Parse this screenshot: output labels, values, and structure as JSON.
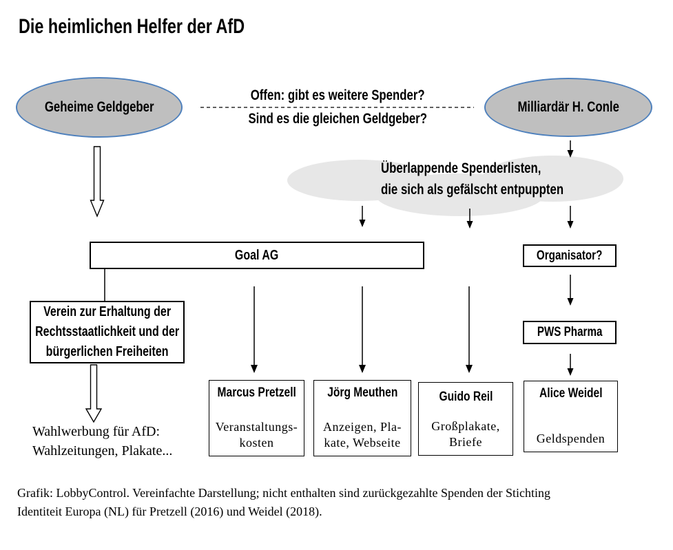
{
  "title": "Die heimlichen Helfer der AfD",
  "colors": {
    "ellipse_fill": "#bfbfbf",
    "ellipse_border": "#4f81bd",
    "cloud_fill": "#e7e7e7",
    "box_border": "#000000",
    "text": "#000000",
    "background": "#ffffff"
  },
  "question": {
    "line1": "Offen: gibt es weitere Spender?",
    "line2": "Sind es die gleichen Geldgeber?"
  },
  "nodes": {
    "geheime_geldgeber": {
      "label": "Geheime Geldgeber"
    },
    "milliardaer_conle": {
      "label": "Milliardär H. Conle"
    },
    "cloud": {
      "line1": "Überlappende Spenderlisten,",
      "line2": "die sich als gefälscht entpuppten"
    },
    "goal_ag": {
      "label": "Goal AG"
    },
    "organisator": {
      "label": "Organisator?"
    },
    "verein": {
      "line1": "Verein zur Erhaltung der",
      "line2": "Rechtsstaatlichkeit und der",
      "line3": "bürgerlichen Freiheiten"
    },
    "pws_pharma": {
      "label": "PWS Pharma"
    },
    "wahlwerbung": {
      "line1": "Wahlwerbung für AfD:",
      "line2": "Wahlzeitungen, Plakate..."
    }
  },
  "persons": [
    {
      "name": "Marcus Pretzell",
      "detail1": "Veranstaltungs-",
      "detail2": "kosten"
    },
    {
      "name": "Jörg Meuthen",
      "detail1": "Anzeigen, Pla-",
      "detail2": "kate, Webseite"
    },
    {
      "name": "Guido Reil",
      "detail1": "Großplakate,",
      "detail2": "Briefe"
    },
    {
      "name": "Alice Weidel",
      "detail1": "Geldspenden",
      "detail2": ""
    }
  ],
  "footer": {
    "line1": "Grafik: LobbyControl. Vereinfachte Darstellung; nicht enthalten sind zurückgezahlte Spenden der Stichting",
    "line2": "Identiteit Europa (NL) für Pretzell (2016) und Weidel (2018)."
  }
}
